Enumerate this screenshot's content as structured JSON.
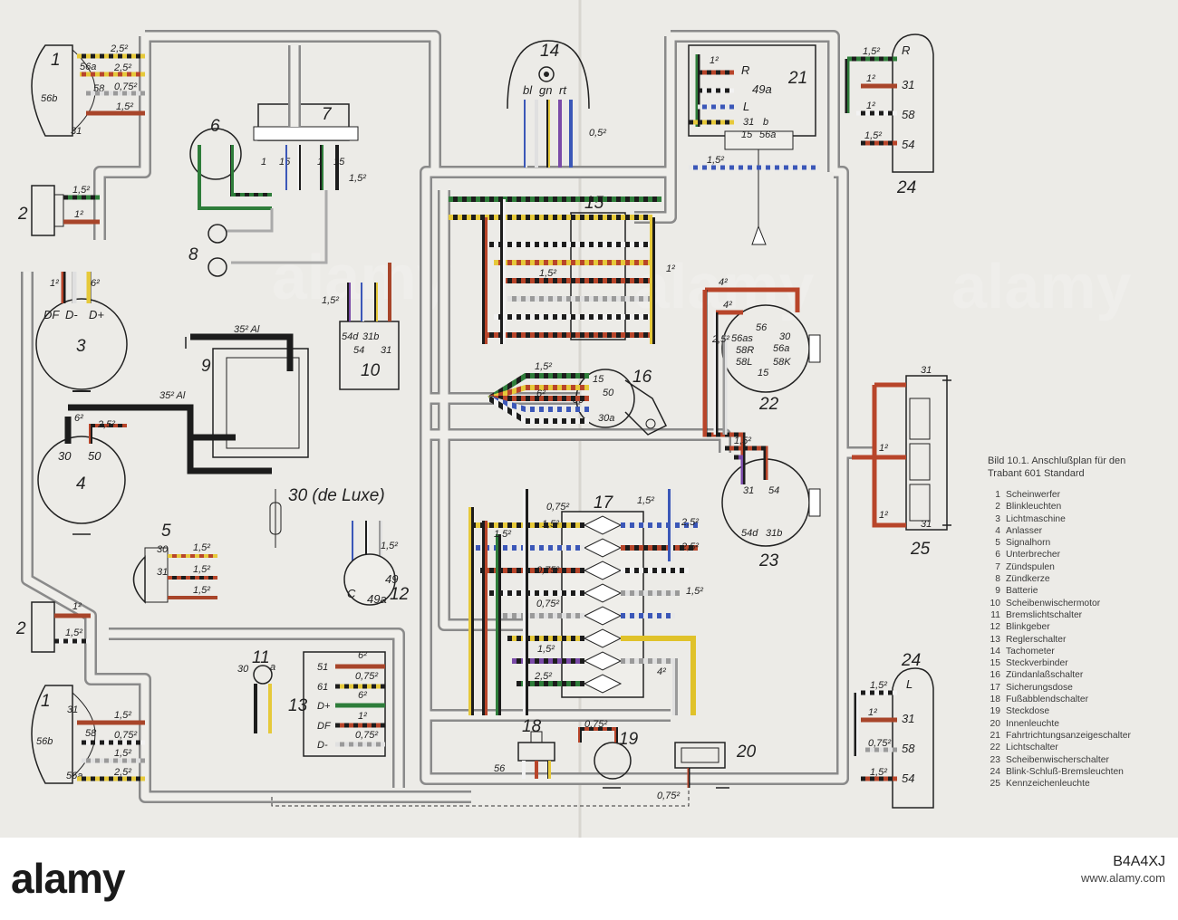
{
  "legend": {
    "title_line1": "Bild 10.1. Anschlußplan für den",
    "title_line2": "Trabant 601 Standard",
    "items": [
      {
        "num": "1",
        "label": "Scheinwerfer"
      },
      {
        "num": "2",
        "label": "Blinkleuchten"
      },
      {
        "num": "3",
        "label": "Lichtmaschine"
      },
      {
        "num": "4",
        "label": "Anlasser"
      },
      {
        "num": "5",
        "label": "Signalhorn"
      },
      {
        "num": "6",
        "label": "Unterbrecher"
      },
      {
        "num": "7",
        "label": "Zündspulen"
      },
      {
        "num": "8",
        "label": "Zündkerze"
      },
      {
        "num": "9",
        "label": "Batterie"
      },
      {
        "num": "10",
        "label": "Scheibenwischermotor"
      },
      {
        "num": "11",
        "label": "Bremslichtschalter"
      },
      {
        "num": "12",
        "label": "Blinkgeber"
      },
      {
        "num": "13",
        "label": "Reglerschalter"
      },
      {
        "num": "14",
        "label": "Tachometer"
      },
      {
        "num": "15",
        "label": "Steckverbinder"
      },
      {
        "num": "16",
        "label": "Zündanlaßschalter"
      },
      {
        "num": "17",
        "label": "Sicherungsdose"
      },
      {
        "num": "18",
        "label": "Fußabblendschalter"
      },
      {
        "num": "19",
        "label": "Steckdose"
      },
      {
        "num": "20",
        "label": "Innenleuchte"
      },
      {
        "num": "21",
        "label": "Fahrtrichtungsanzeigeschalter"
      },
      {
        "num": "22",
        "label": "Lichtschalter"
      },
      {
        "num": "23",
        "label": "Scheibenwischerschalter"
      },
      {
        "num": "24",
        "label": "Blink-Schluß-Bremsleuchten"
      },
      {
        "num": "25",
        "label": "Kennzeichenleuchte"
      }
    ]
  },
  "components": {
    "c1_top": "1",
    "c1_bottom": "1",
    "c2_top": "2",
    "c2_bottom": "2",
    "c3": "3",
    "c4": "4",
    "c5": "5",
    "c6": "6",
    "c7": "7",
    "c8": "8",
    "c9": "9",
    "c10": "10",
    "c11": "11",
    "c12": "12",
    "c13": "13",
    "c14": "14",
    "c15": "15",
    "c16": "16",
    "c17": "17",
    "c18": "18",
    "c19": "19",
    "c20": "20",
    "c21": "21",
    "c22": "22",
    "c23": "23",
    "c24_top": "24",
    "c24_bottom": "24",
    "c25": "25",
    "deluxe": "30 (de Luxe)"
  },
  "terminals": {
    "t56b_top": "56b",
    "t56a_top": "56a",
    "t58_top": "58",
    "t31_top": "31",
    "t56b_bot": "56b",
    "t56a_bot": "56a",
    "t58_bot": "58",
    "t31_bot": "31",
    "gen_df": "DF",
    "gen_dminus": "D-",
    "gen_dplus": "D+",
    "st30": "30",
    "st50": "50",
    "horn30": "30",
    "horn31": "31",
    "ign1": "1",
    "ign15": "15",
    "ign1b": "1",
    "ign15b": "15",
    "wip54d": "54d",
    "wip31b": "31b",
    "wip54": "54",
    "wip31": "31",
    "tacho_bl": "bl",
    "tacho_gn": "gn",
    "tacho_rt": "rt",
    "flash_c": "C",
    "flash_49": "49",
    "flash_49a": "49a",
    "brake30": "30",
    "brake_a": "a",
    "reg51": "51",
    "reg61": "61",
    "reg_dplus": "D+",
    "reg_df": "DF",
    "reg_dminus": "D-",
    "sw15": "15",
    "sw50": "50",
    "sw30": "30",
    "sw30a": "30a",
    "ts_r": "R",
    "ts_49a": "49a",
    "ts_l": "L",
    "ts_31": "31",
    "ts_b": "b",
    "ts_15": "15",
    "ts_56a": "56a",
    "ls_56": "56",
    "ls_30": "30",
    "ls_56as": "56as",
    "ls_58r": "58R",
    "ls_56a": "56a",
    "ls_58l": "58L",
    "ls_58k": "58K",
    "ls_15": "15",
    "ws_31": "31",
    "ws_54": "54",
    "ws_54d": "54d",
    "ws_31b": "31b",
    "dim56": "56",
    "rl_r": "R",
    "rl_31": "31",
    "rl_58": "58",
    "rl_54": "54",
    "ll_l": "L",
    "ll_31": "31",
    "ll_58": "58",
    "ll_54": "54",
    "plate31a": "31",
    "plate31b": "31",
    "batt35a": "35² Al",
    "batt35b": "35² Al"
  },
  "sizes": {
    "s25": "2,5²",
    "s15": "1,5²",
    "s1": "1²",
    "s075": "0,75²",
    "s05": "0,5²",
    "s6": "6²",
    "s4": "4²"
  },
  "banner": {
    "logo": "alamy",
    "code": "B4A4XJ",
    "url": "www.alamy.com"
  },
  "watermark": "alamy"
}
